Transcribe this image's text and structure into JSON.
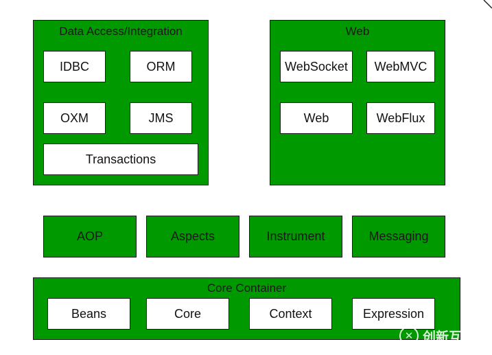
{
  "data_access": {
    "title": "Data Access/Integration",
    "jdbc": "IDBC",
    "orm": "ORM",
    "oxm": "OXM",
    "jms": "JMS",
    "transactions": "Transactions"
  },
  "web": {
    "title": "Web",
    "websocket": "WebSocket",
    "webmvc": "WebMVC",
    "web": "Web",
    "webflux": "WebFlux"
  },
  "middle": {
    "aop": "AOP",
    "aspects": "Aspects",
    "instrument": "Instrument",
    "messaging": "Messaging"
  },
  "core_container": {
    "title": "Core Container",
    "beans": "Beans",
    "core": "Core",
    "context": "Context",
    "expression": "Expression"
  },
  "watermark": {
    "logo": "✕",
    "text": "创新互联"
  },
  "colors": {
    "module_green": "#009900",
    "box_white": "#ffffff",
    "border": "#1a1a1a"
  }
}
